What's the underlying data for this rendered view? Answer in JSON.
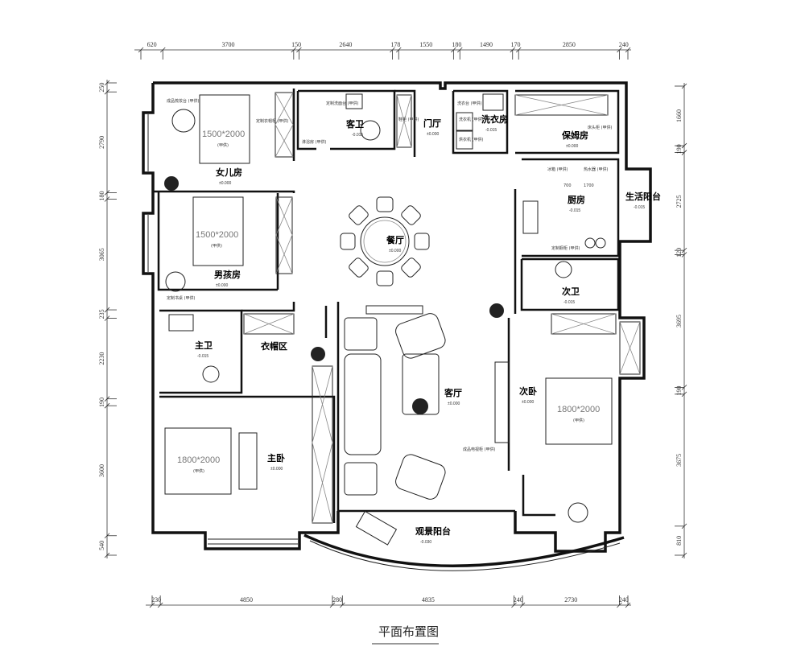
{
  "title": "平面布置图",
  "dimensions": {
    "top": [
      "620",
      "3700",
      "150",
      "2640",
      "178",
      "1550",
      "180",
      "1490",
      "170",
      "2850",
      "240"
    ],
    "bottom": [
      "230",
      "4850",
      "280",
      "4835",
      "240",
      "2730",
      "240"
    ],
    "left": [
      "250",
      "2790",
      "180",
      "3065",
      "235",
      "2230",
      "190",
      "3600",
      "540"
    ],
    "right": [
      "1660",
      "190",
      "2725",
      "120",
      "3695",
      "190",
      "3675",
      "810"
    ]
  },
  "rooms": {
    "daughter": {
      "name": "女儿房",
      "elevation": "±0.000"
    },
    "guest_bath": {
      "name": "客卫",
      "elevation": "-0.015"
    },
    "foyer": {
      "name": "门厅",
      "elevation": "±0.000"
    },
    "laundry": {
      "name": "洗衣房",
      "elevation": "-0.015"
    },
    "nanny": {
      "name": "保姆房",
      "elevation": "±0.000"
    },
    "kitchen": {
      "name": "厨房",
      "elevation": "-0.015"
    },
    "service_balcony": {
      "name": "生活阳台",
      "elevation": "-0.015"
    },
    "dining": {
      "name": "餐厅",
      "elevation": "±0.000"
    },
    "boy": {
      "name": "男孩房",
      "elevation": "±0.000"
    },
    "master_bath": {
      "name": "主卫",
      "elevation": "-0.015"
    },
    "cloakroom": {
      "name": "衣帽区",
      "elevation": ""
    },
    "living": {
      "name": "客厅",
      "elevation": "±0.000"
    },
    "second_bath": {
      "name": "次卫",
      "elevation": "-0.015"
    },
    "second_bed": {
      "name": "次卧",
      "elevation": "±0.000"
    },
    "master": {
      "name": "主卧",
      "elevation": "±0.000"
    },
    "view_balcony": {
      "name": "观景阳台",
      "elevation": "-0.030"
    }
  },
  "beds": {
    "daughter": "1500*2000",
    "boy": "1500*2000",
    "master": "1800*2000",
    "second": "1800*2000",
    "supplied": "(甲供)"
  },
  "notes": {
    "vanity": "成品梳妆台 (甲供)",
    "wardrobe": "定制衣帽柜 (甲供)",
    "basin": "定制洗面台 (甲供)",
    "shower": "淋浴房 (甲供)",
    "shoe": "鞋柜 (甲供)",
    "wash_table": "洗衣台 (甲供)",
    "washer": "洗衣机 (甲供)",
    "dryer": "烘衣机 (甲供)",
    "fridge": "冰箱 (甲供)",
    "cabinet": "定制橱柜 (甲供)",
    "desk": "定制书桌 (甲供)",
    "tv": "成品电视柜 (甲供)",
    "nanny_bed": "床头柜 (甲供)",
    "heater": "热水器 (甲供)",
    "k700": "700",
    "k1700": "1700"
  }
}
